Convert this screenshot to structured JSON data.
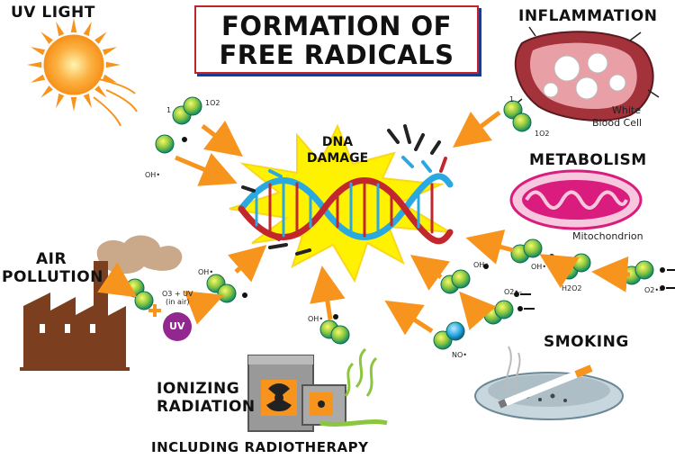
{
  "title": {
    "line1": "FORMATION OF",
    "line2": "FREE RADICALS"
  },
  "center": {
    "line1": "DNA",
    "line2": "DAMAGE"
  },
  "sources": {
    "uv_light": "UV LIGHT",
    "inflammation": "INFLAMMATION",
    "metabolism": "METABOLISM",
    "air_pollution_1": "AIR",
    "air_pollution_2": "POLLUTION",
    "smoking": "SMOKING",
    "ionizing_1": "IONIZING",
    "ionizing_2": "RADIATION",
    "radiotherapy": "INCLUDING RADIOTHERAPY"
  },
  "captions": {
    "white_blood_cell_1": "White",
    "white_blood_cell_2": "Blood Cell",
    "mitochondrion": "Mitochondrion"
  },
  "molecules": {
    "singlet_oxygen_top": "1O2",
    "singlet_oxygen_prefix": "1",
    "hydroxyl": "OH•",
    "singlet_oxygen_right_prefix": "1",
    "singlet_oxygen_right": "1O2",
    "ozone_uv_1": "O3 + UV",
    "ozone_uv_2": "(in air)",
    "uv_badge": "UV",
    "plus": "+",
    "h2o2": "H2O2",
    "superoxide": "O2•–",
    "nitric_oxide": "NO•"
  },
  "colors": {
    "sun": "#f7941d",
    "sun_core": "#fbb040",
    "arrow": "#f7941d",
    "burst": "#fff200",
    "dna_blue": "#2aa8e0",
    "dna_red": "#c1272d",
    "mito": "#d91c7d",
    "uv_badge": "#92278f",
    "factory": "#7b3f1f",
    "smoke": "#c9a98a",
    "molecule": "#39b54a",
    "title_border": "#c0242b",
    "title_shadow": "#1e3a8a"
  }
}
